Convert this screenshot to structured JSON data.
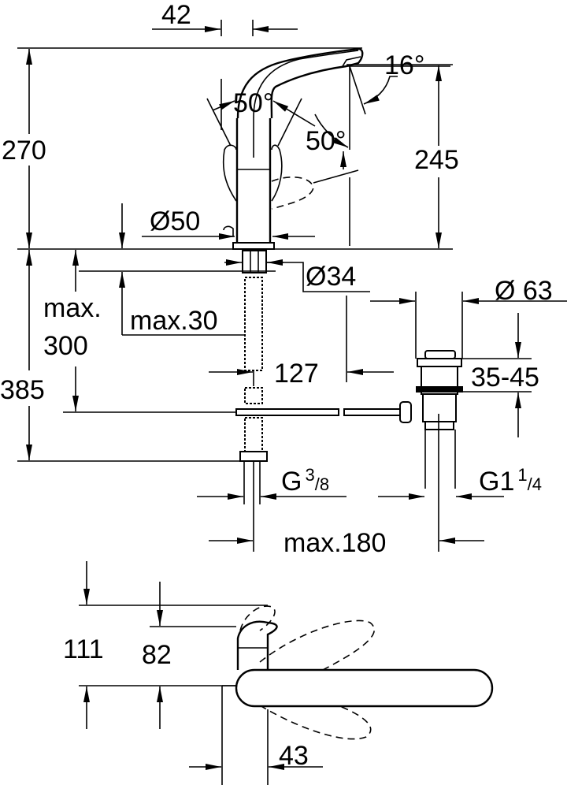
{
  "drawing": {
    "top_view_labels": {
      "spout_offset": "42",
      "spout_angle": "16°",
      "lever_swing_side": "50°",
      "lever_swing_front": "50°",
      "total_height": "270",
      "spout_height": "245",
      "base_diameter": "Ø50"
    },
    "installation_labels": {
      "shank_diameter": "Ø34",
      "max_deck_thickness": "max.30",
      "max_label_line1": "max.",
      "max_label_line2": "300",
      "hose_length": "385",
      "drain_offset": "127",
      "drain_diameter": "Ø 63",
      "drain_adjust": "35-45",
      "hose_thread_main": "G",
      "hose_thread_num": "3",
      "hose_thread_den": "/8",
      "drain_thread_main": "G1",
      "drain_thread_num": "1",
      "drain_thread_den": "/4",
      "max_spacing": "max.180"
    },
    "side_view_labels": {
      "lever_total_height": "111",
      "lever_height": "82",
      "lever_offset": "43"
    }
  }
}
